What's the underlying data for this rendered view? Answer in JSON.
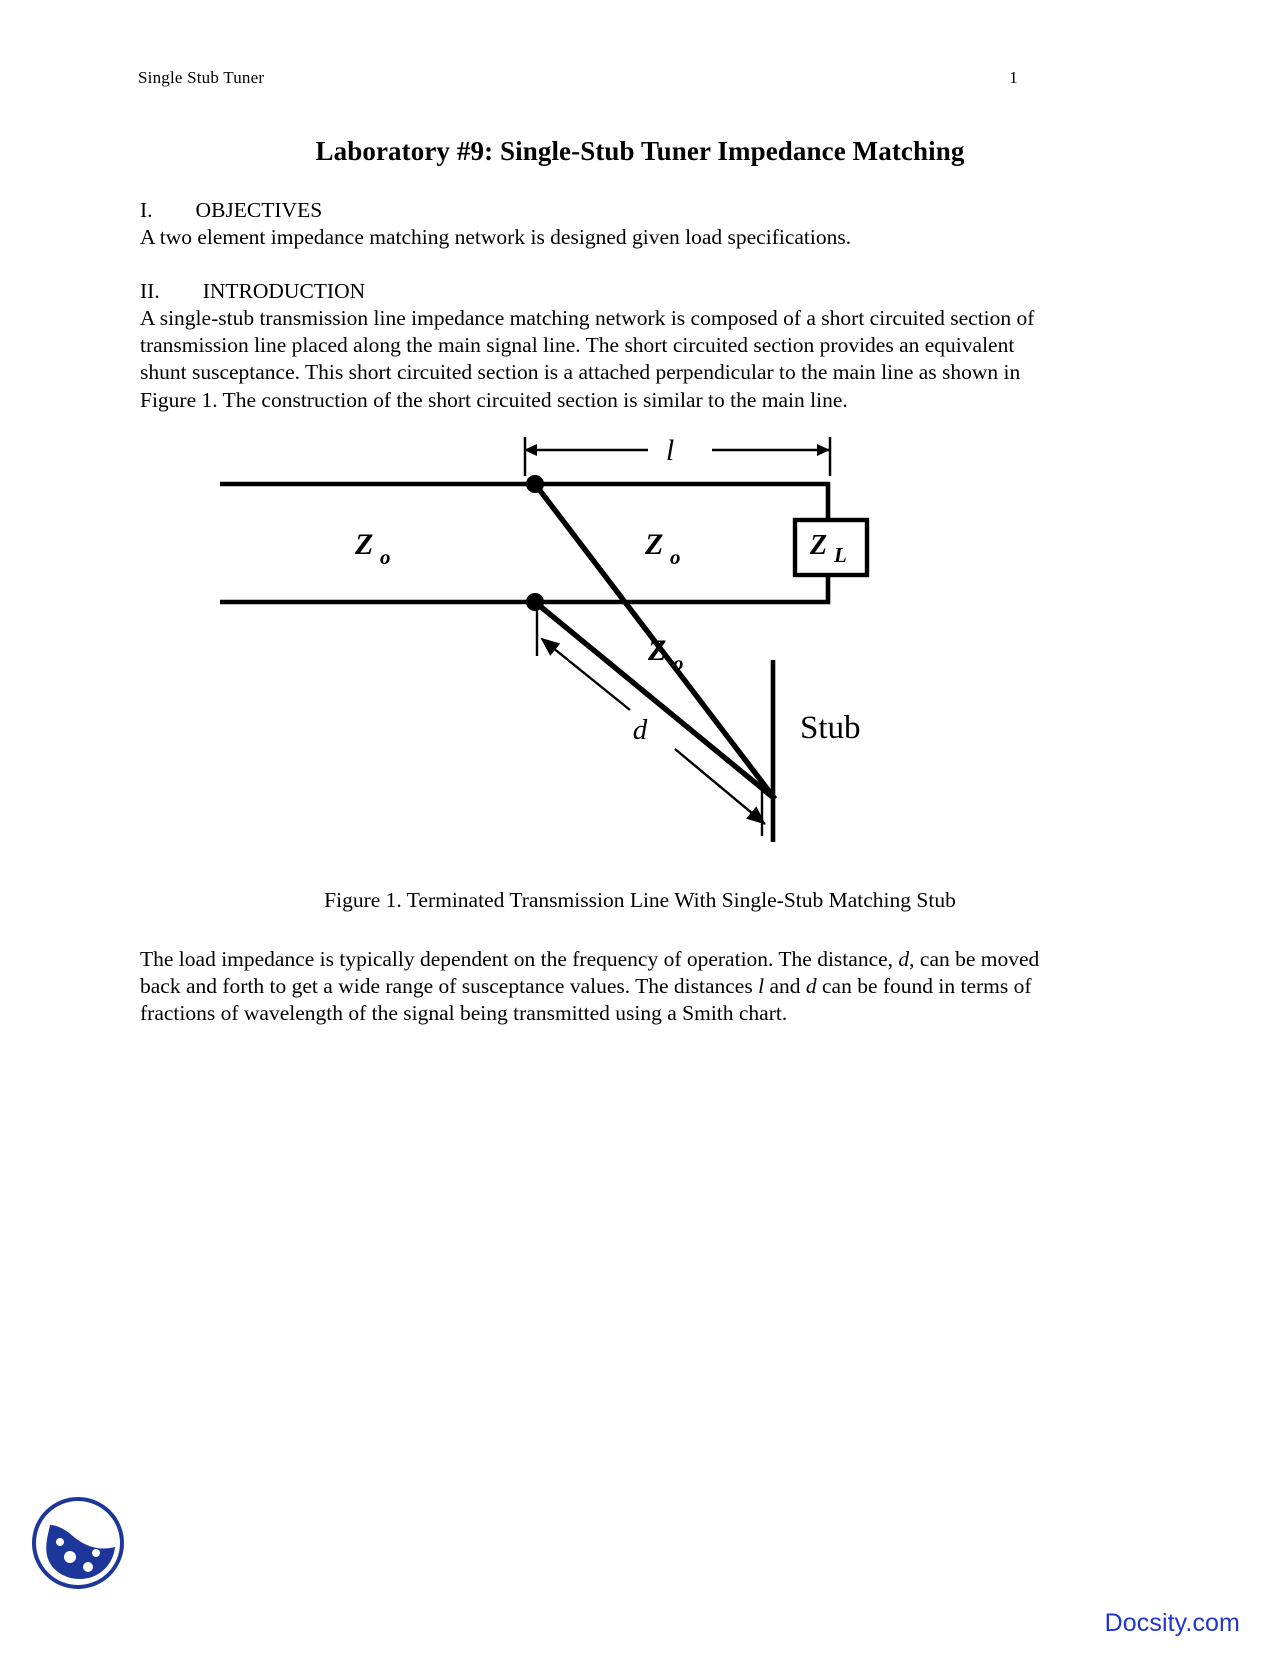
{
  "header": {
    "running_title": "Single Stub Tuner",
    "page_number": "1"
  },
  "title": "Laboratory #9:  Single-Stub Tuner Impedance Matching",
  "sections": [
    {
      "number": "I.",
      "heading": "OBJECTIVES",
      "body": "A two element impedance matching network is designed given load specifications."
    },
    {
      "number": "II.",
      "heading": "INTRODUCTION",
      "body": "A single-stub transmission line impedance matching network is composed of a short circuited section of transmission line placed along the main signal line.  The short circuited section provides an equivalent shunt susceptance.  This short circuited section is a attached perpendicular to the main line as shown in Figure 1.  The construction of the short circuited section is similar to the main line."
    }
  ],
  "figure": {
    "caption": "Figure 1.  Terminated Transmission Line With Single-Stub Matching Stub",
    "labels": {
      "length_l": "l",
      "zo_left": "Z",
      "zo_left_sub": "o",
      "zo_mid": "Z",
      "zo_mid_sub": "o",
      "zo_stub": "Z",
      "zo_stub_sub": "o",
      "zl": "Z",
      "zl_sub": "L",
      "distance_d": "d",
      "stub": "Stub"
    }
  },
  "closing_paragraph": {
    "part1": "The load impedance is typically dependent on the frequency of operation.  The distance, ",
    "var_d_1": "d",
    "part2": ", can be moved back and forth to get a wide range of susceptance values.  The distances ",
    "var_l": "l",
    "part3": " and ",
    "var_d_2": "d",
    "part4": " can be found in terms of fractions of wavelength of the signal being transmitted using a Smith chart."
  },
  "branding": {
    "wordmark": "Docsity.com",
    "brand_color": "#1f35cc"
  }
}
